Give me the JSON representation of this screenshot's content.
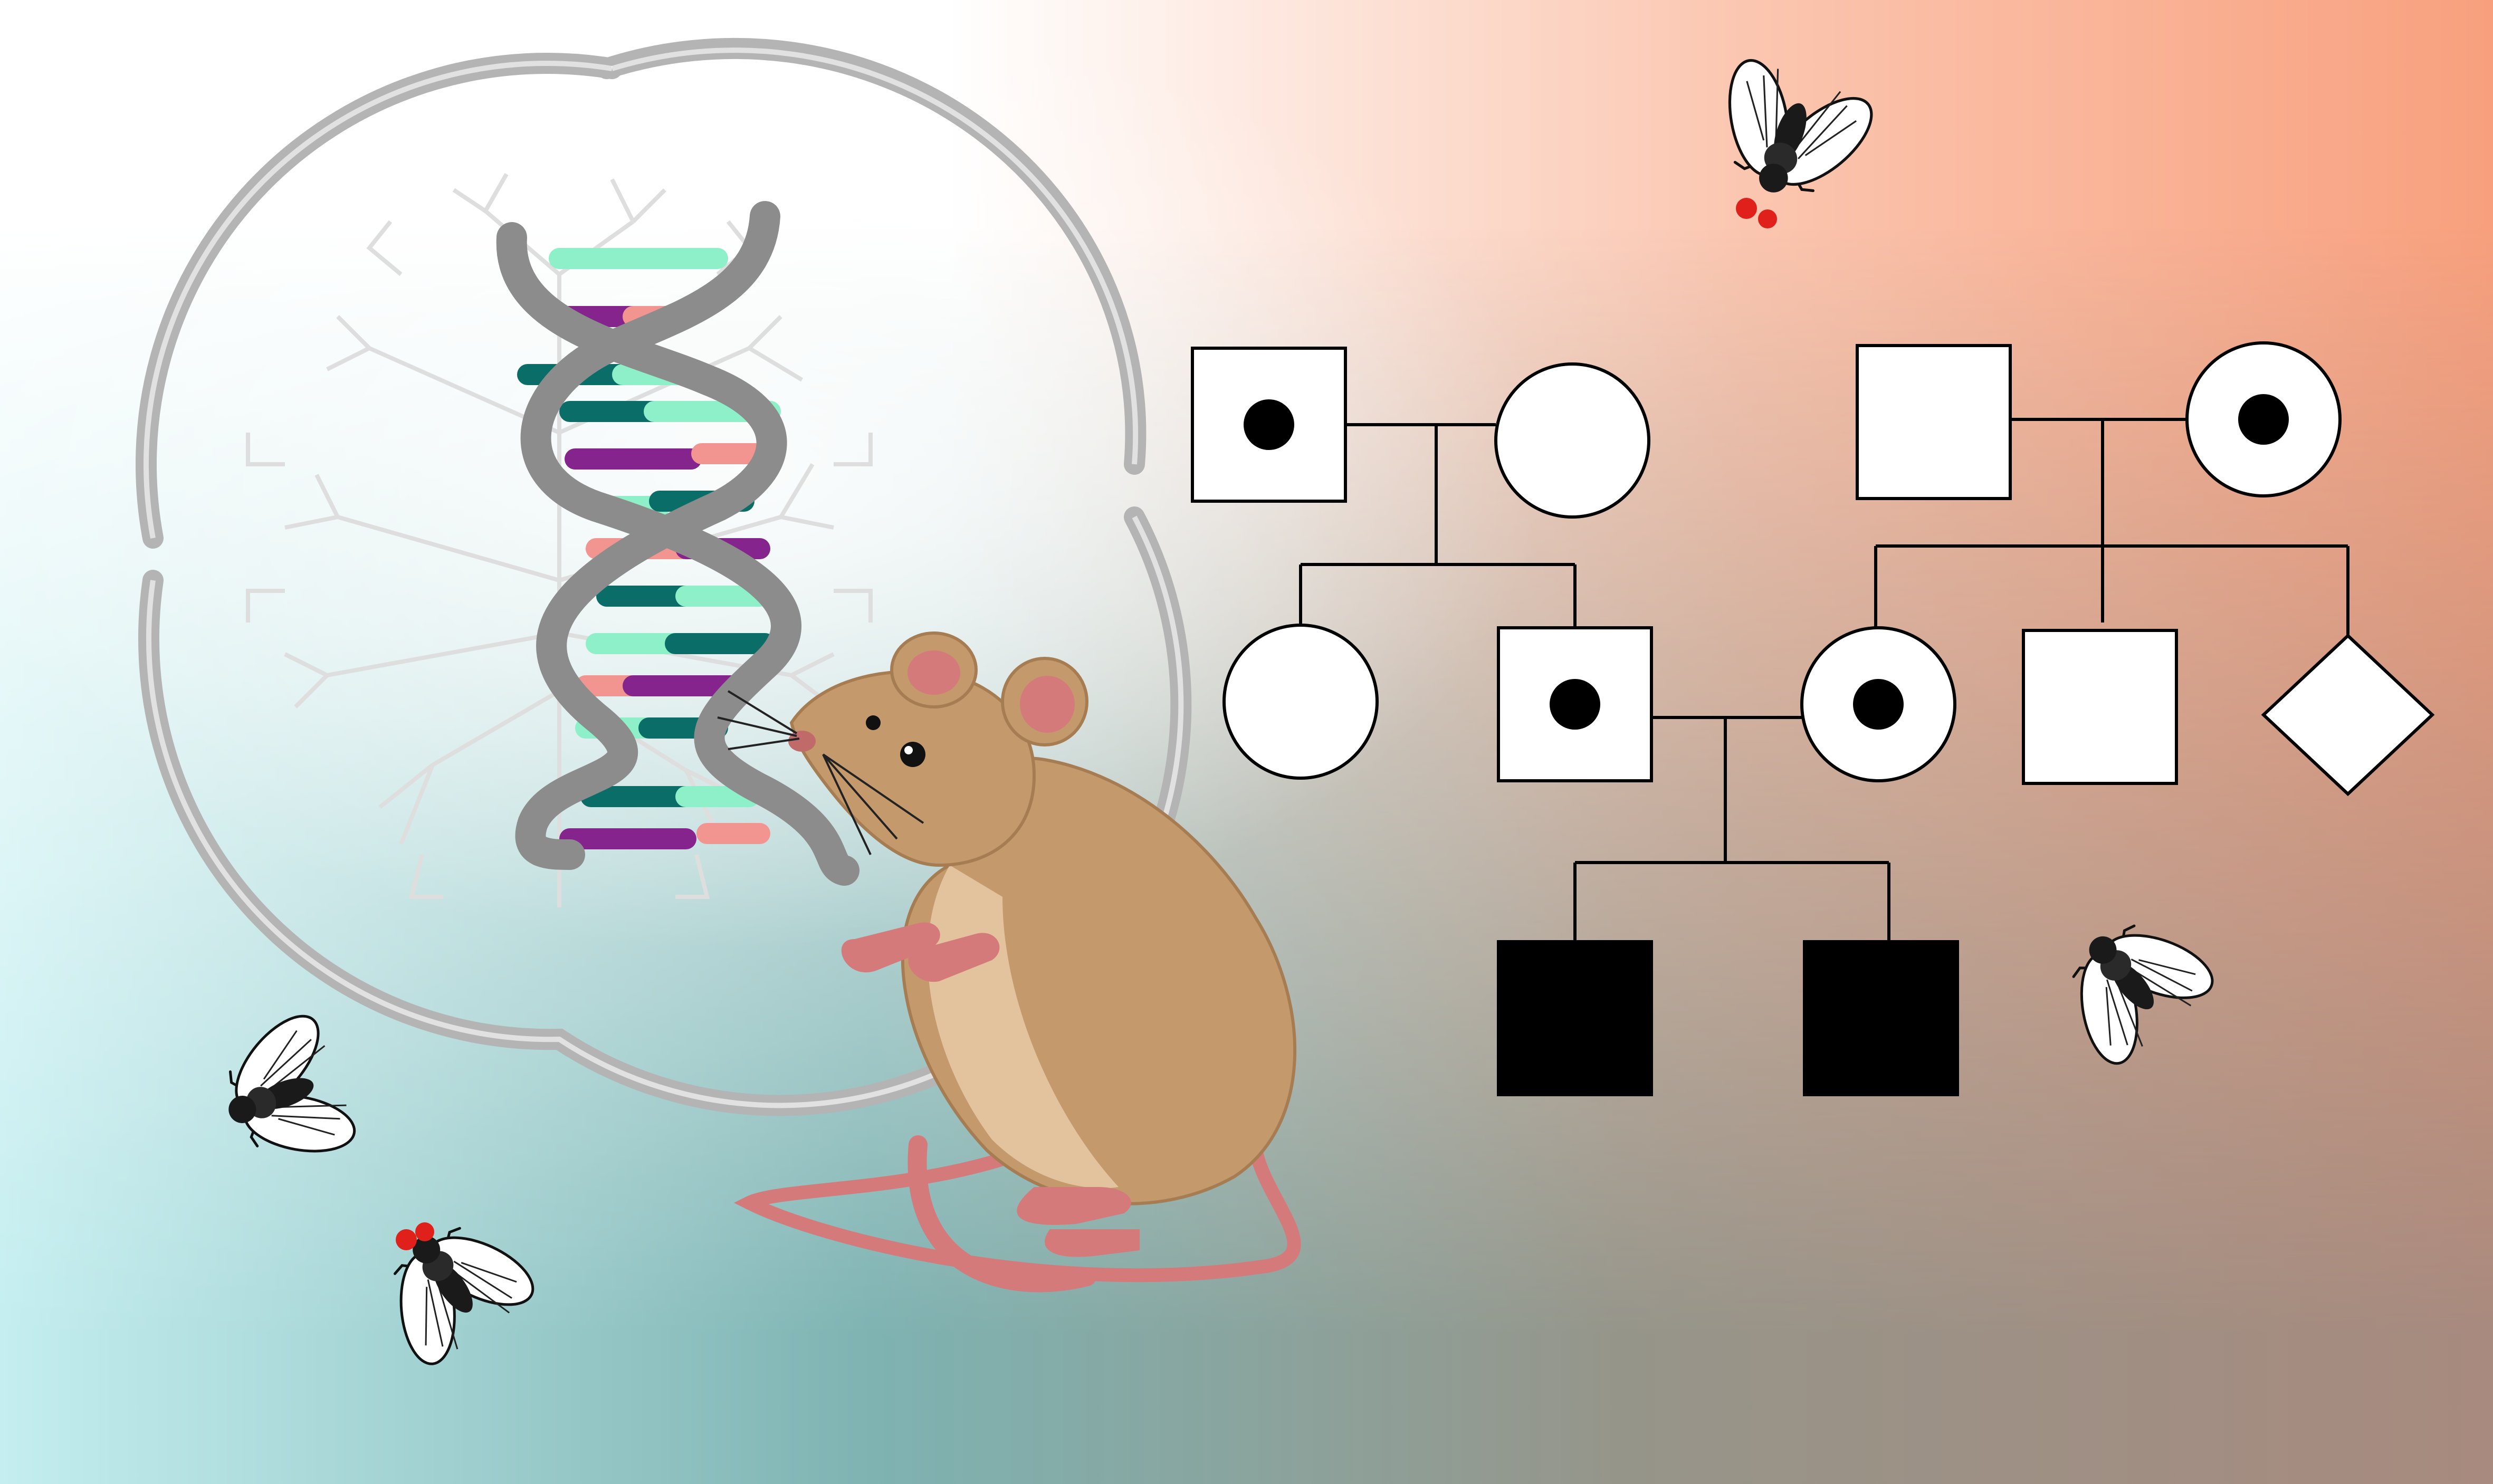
{
  "illustration": {
    "theme": "genetics",
    "elements": [
      "phylogenetic-tree-ring",
      "dna-double-helix",
      "mouse",
      "pedigree-chart",
      "fruit-fly"
    ]
  },
  "colors": {
    "background_left_top": "#ffffff",
    "background_left_bottom": "#b8e6e8",
    "background_bottom_mid": "#7eb3b2",
    "background_right_top": "#f8a07e",
    "background_right_bottom": "#a88a7e",
    "ring": "#b4b4b4",
    "tree_lines": "#dedede",
    "helix_backbone": "#8c8c8c",
    "base_teal": "#0b6d68",
    "base_mint": "#8ef0c8",
    "base_purple": "#86248e",
    "base_pink": "#f29590",
    "mouse_fur": "#c49a6c",
    "mouse_belly": "#e7c8a4",
    "mouse_pink": "#d47a7b",
    "pedigree_line": "#000000",
    "pedigree_fill": "#ffffff",
    "affected_fill": "#000000",
    "fly_body": "#1a1a1a",
    "fly_eye": "#e0201b"
  },
  "pedigree": {
    "generation_1": [
      {
        "shape": "square",
        "status": "carrier"
      },
      {
        "shape": "circle",
        "status": "unaffected"
      },
      {
        "shape": "square",
        "status": "unaffected"
      },
      {
        "shape": "circle",
        "status": "carrier"
      }
    ],
    "generation_2": [
      {
        "shape": "circle",
        "status": "unaffected"
      },
      {
        "shape": "square",
        "status": "carrier"
      },
      {
        "shape": "circle",
        "status": "carrier"
      },
      {
        "shape": "square",
        "status": "unaffected"
      },
      {
        "shape": "diamond",
        "status": "unaffected"
      }
    ],
    "generation_3": [
      {
        "shape": "square",
        "status": "affected"
      },
      {
        "shape": "square",
        "status": "affected"
      }
    ]
  },
  "flies": {
    "count": 4,
    "red_eyed": 2
  }
}
